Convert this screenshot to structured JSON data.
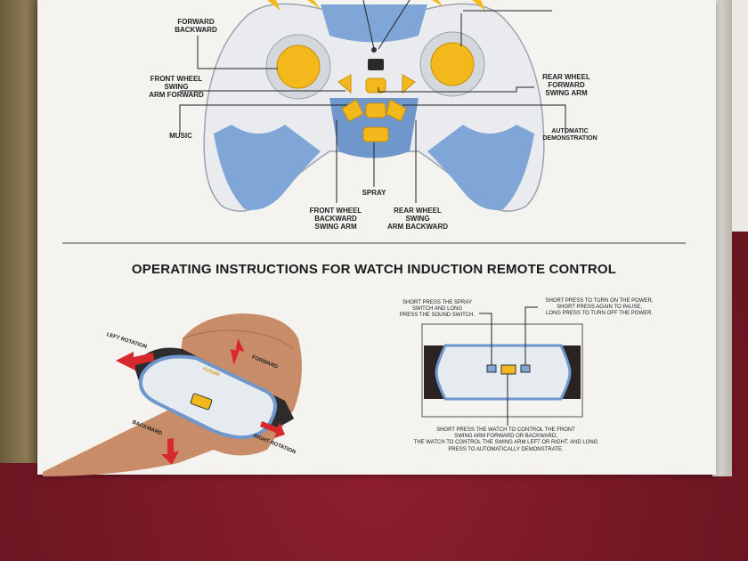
{
  "controller_labels": {
    "forward_backward": "FORWARD\nBACKWARD",
    "front_wheel_swing_arm_forward": "FRONT WHEEL\nSWING\nARM FORWARD",
    "music": "MUSIC",
    "spray": "SPRAY",
    "front_wheel_backward_swing_arm": "FRONT WHEEL\nBACKWARD\nSWING ARM",
    "rear_wheel_swing_arm_backward": "REAR WHEEL\nSWING\nARM BACKWARD",
    "rear_wheel_forward_swing_arm": "REAR WHEEL\nFORWARD\nSWING ARM",
    "automatic_demonstration": "AUTOMATIC\nDEMONSTRATION"
  },
  "section_title": "OPERATING INSTRUCTIONS FOR WATCH INDUCTION REMOTE CONTROL",
  "watch_labels": {
    "left_rotation": "LEFT ROTATION",
    "forward": "FORWARD",
    "backward": "BACKWARD",
    "right_rotation": "RIGHT ROTATION",
    "watch_brand": "FUTURE"
  },
  "watch_notes": {
    "spray_note": "SHORT PRESS THE SPRAY\nSWITCH AND LONG\nPRESS THE SOUND SWITCH.",
    "power_note": "SHORT PRESS TO TURN ON THE POWER,\nSHORT PRESS AGAIN TO PAUSE,\nLONG PRESS TO TURN OFF THE POWER.",
    "control_note": "SHORT PRESS THE WATCH TO CONTROL THE FRONT\nSWING ARM FORWARD OR BACKWARD,\nTHE WATCH TO CONTROL THE SWING ARM LEFT OR RIGHT, AND LONG\nPRESS TO AUTOMATICALLY DEMONSTRATE."
  },
  "colors": {
    "carpet": "#7a1a27",
    "panel": "#f4f3f0",
    "controller_blue": "#7fa6d6",
    "controller_white": "#e9ebee",
    "button_yellow": "#f3b81c",
    "arrow_red": "#d8282b"
  }
}
